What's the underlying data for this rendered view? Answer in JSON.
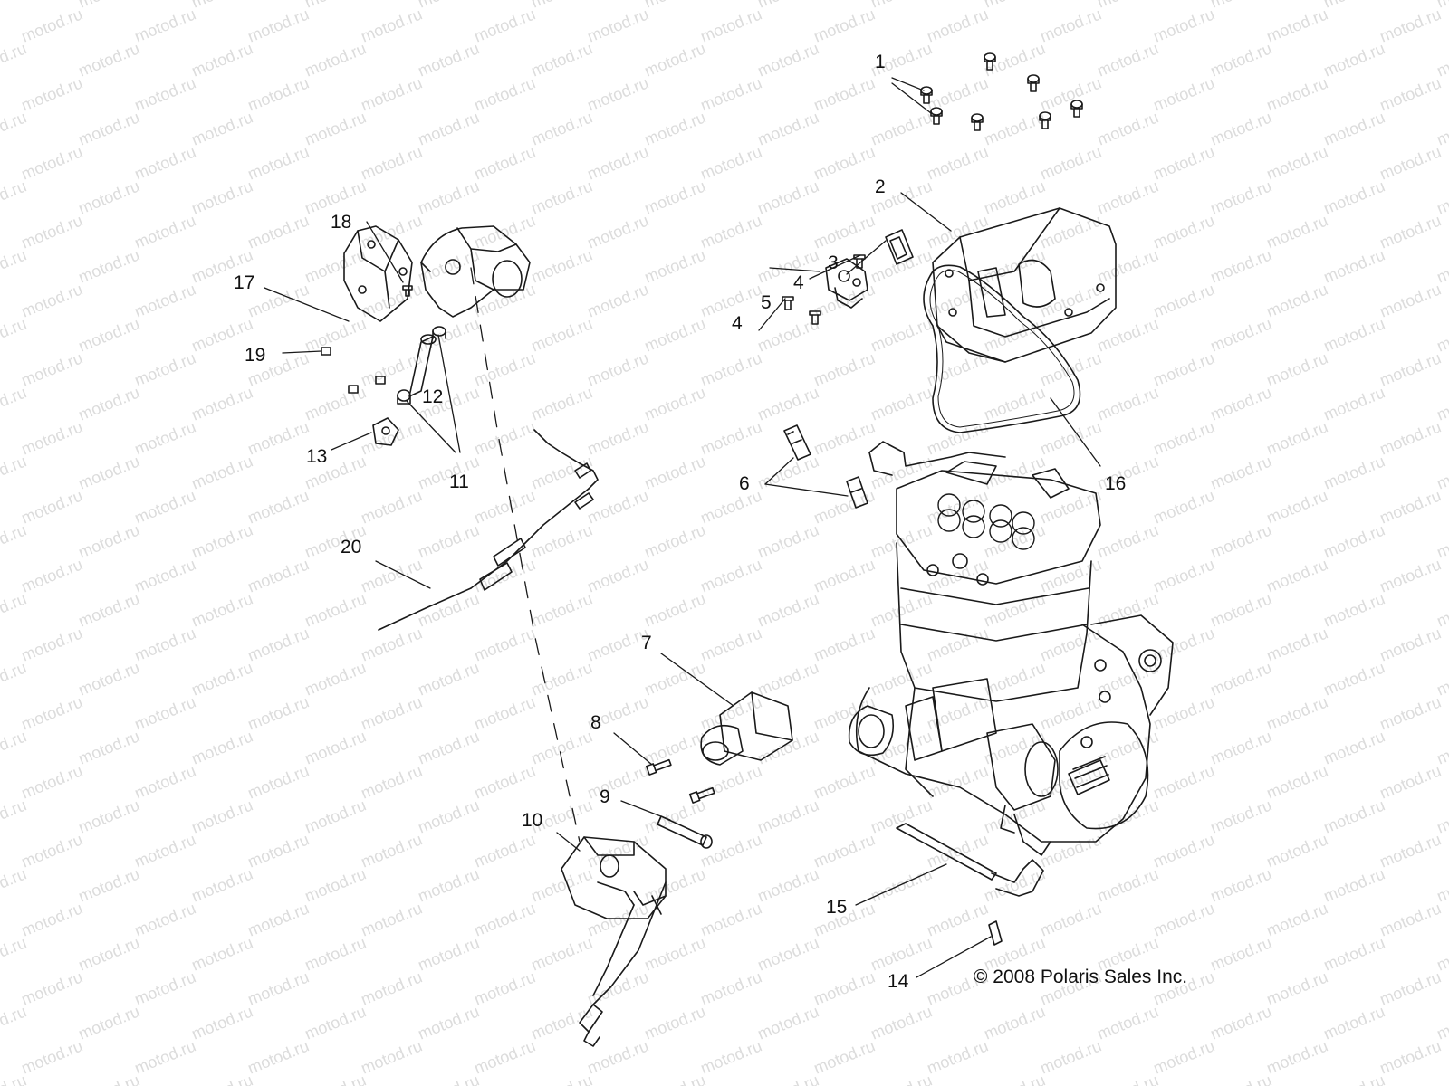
{
  "watermark": {
    "text": "motod.ru"
  },
  "callouts": [
    {
      "id": "1",
      "label": "1"
    },
    {
      "id": "2",
      "label": "2"
    },
    {
      "id": "3",
      "label": "3"
    },
    {
      "id": "4a",
      "label": "4"
    },
    {
      "id": "4b",
      "label": "4"
    },
    {
      "id": "5",
      "label": "5"
    },
    {
      "id": "6",
      "label": "6"
    },
    {
      "id": "7",
      "label": "7"
    },
    {
      "id": "8",
      "label": "8"
    },
    {
      "id": "9",
      "label": "9"
    },
    {
      "id": "10",
      "label": "10"
    },
    {
      "id": "11",
      "label": "11"
    },
    {
      "id": "12",
      "label": "12"
    },
    {
      "id": "13",
      "label": "13"
    },
    {
      "id": "14",
      "label": "14"
    },
    {
      "id": "15",
      "label": "15"
    },
    {
      "id": "16",
      "label": "16"
    },
    {
      "id": "17",
      "label": "17"
    },
    {
      "id": "18",
      "label": "18"
    },
    {
      "id": "19",
      "label": "19"
    },
    {
      "id": "20",
      "label": "20"
    }
  ],
  "copyright": "© 2008 Polaris Sales Inc.",
  "colors": {
    "line": "#1a1a1a",
    "watermark": "#dcdcdc",
    "background": "#ffffff"
  }
}
